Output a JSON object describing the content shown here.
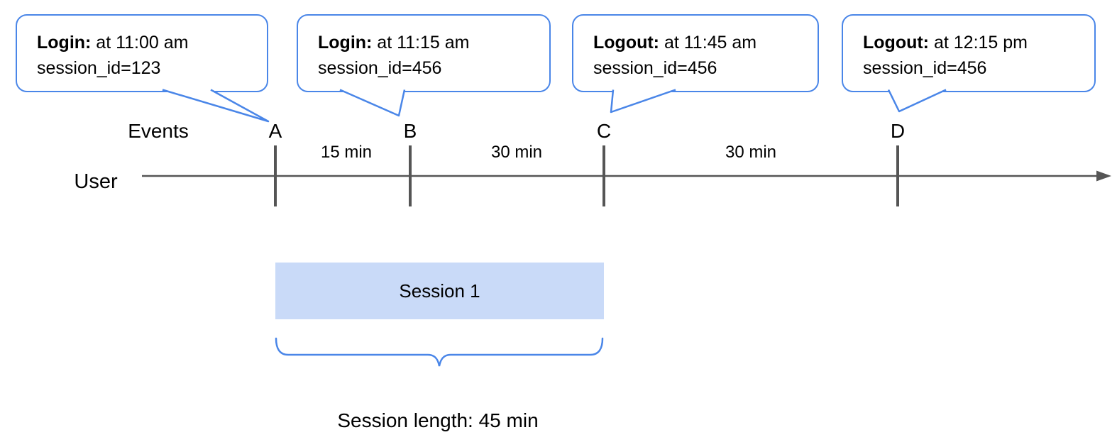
{
  "colors": {
    "accent_blue": "#4a86e8",
    "session_fill": "#c9daf8",
    "timeline_gray": "#555555",
    "tail_fill": "#ffffff"
  },
  "bubbles": [
    {
      "title": "Login:",
      "title_rest": " at 11:00 am",
      "detail": "session_id=123"
    },
    {
      "title": "Login:",
      "title_rest": " at 11:15 am",
      "detail": "session_id=456"
    },
    {
      "title": "Logout:",
      "title_rest": " at 11:45 am",
      "detail": "session_id=456"
    },
    {
      "title": "Logout:",
      "title_rest": " at 12:15 pm",
      "detail": "session_id=456"
    }
  ],
  "timeline": {
    "axis_label": "Events",
    "actor_label": "User",
    "events": [
      {
        "label": "A"
      },
      {
        "label": "B"
      },
      {
        "label": "C"
      },
      {
        "label": "D"
      }
    ],
    "intervals": [
      "15 min",
      "30 min",
      "30 min"
    ]
  },
  "session": {
    "label": "Session 1",
    "length_label": "Session length: 45 min"
  }
}
